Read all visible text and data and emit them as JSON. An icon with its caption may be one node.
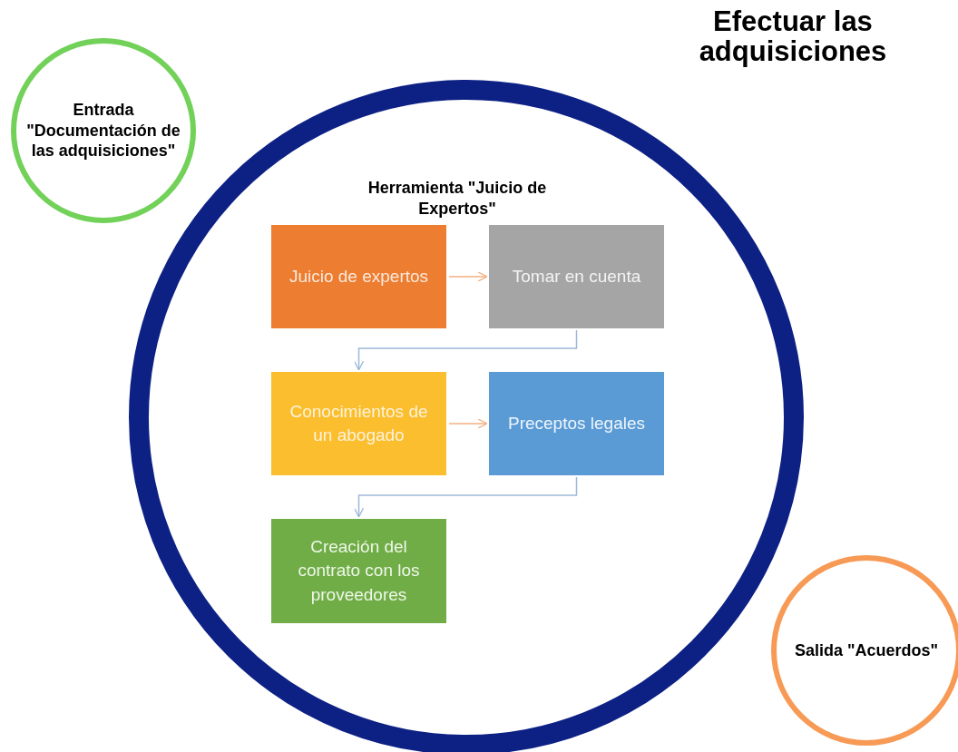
{
  "diagram": {
    "title": "Efectuar las adquisiciones",
    "nodes": [
      {
        "text": [
          "Entrada \"Documentación de las adquisiciones\""
        ]
      },
      {
        "text": [
          "Herramienta \"Juicio de Expertos\""
        ]
      },
      {
        "text": [
          "Juicio de expertos"
        ],
        "in": 1
      },
      {
        "text": [
          "Tomar en cuenta"
        ],
        "in": 1
      },
      {
        "text": [
          "Conocimientos de un abogado"
        ],
        "in": 1
      },
      {
        "text": [
          "Preceptos legales"
        ],
        "in": 1
      },
      {
        "text": [
          "Creación del contrato con los proveedores"
        ],
        "in": 1
      },
      {
        "text": [
          "Salida \"Acuerdos\""
        ]
      }
    ],
    "edges": [
      {
        "from": 2,
        "to": 3,
        "arrow": "to",
        "color": "#f4b183"
      },
      {
        "from": 3,
        "to": 4,
        "arrow": "to",
        "color": "#9db8d6"
      },
      {
        "from": 4,
        "to": 5,
        "arrow": "to",
        "color": "#f4b183"
      },
      {
        "from": 5,
        "to": 6,
        "arrow": "to",
        "color": "#9db8d6"
      }
    ]
  }
}
